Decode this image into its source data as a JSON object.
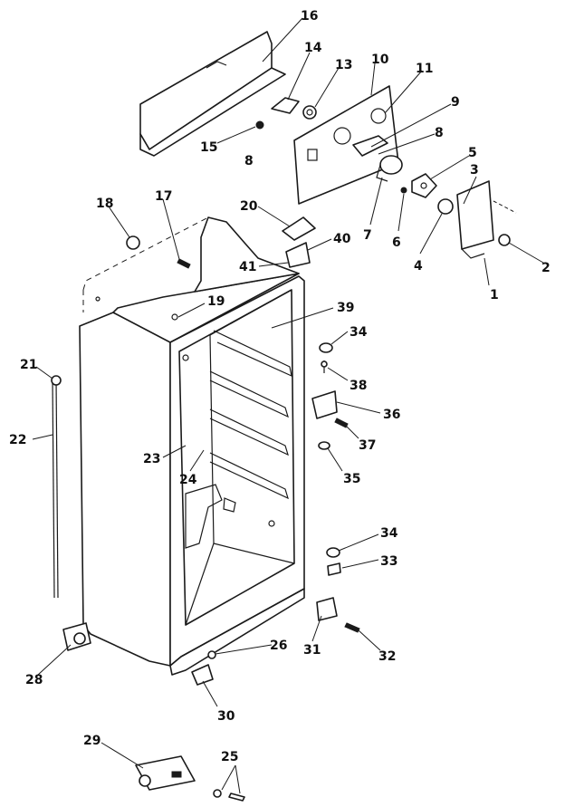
{
  "callouts": [
    {
      "id": "c1",
      "label": "1"
    },
    {
      "id": "c2",
      "label": "2"
    },
    {
      "id": "c3",
      "label": "3"
    },
    {
      "id": "c4",
      "label": "4"
    },
    {
      "id": "c5",
      "label": "5"
    },
    {
      "id": "c6",
      "label": "6"
    },
    {
      "id": "c7",
      "label": "7"
    },
    {
      "id": "c8a",
      "label": "8"
    },
    {
      "id": "c8b",
      "label": "8"
    },
    {
      "id": "c9",
      "label": "9"
    },
    {
      "id": "c10",
      "label": "10"
    },
    {
      "id": "c11",
      "label": "11"
    },
    {
      "id": "c13",
      "label": "13"
    },
    {
      "id": "c14",
      "label": "14"
    },
    {
      "id": "c15",
      "label": "15"
    },
    {
      "id": "c16",
      "label": "16"
    },
    {
      "id": "c17",
      "label": "17"
    },
    {
      "id": "c18",
      "label": "18"
    },
    {
      "id": "c19",
      "label": "19"
    },
    {
      "id": "c20",
      "label": "20"
    },
    {
      "id": "c21",
      "label": "21"
    },
    {
      "id": "c22",
      "label": "22"
    },
    {
      "id": "c23",
      "label": "23"
    },
    {
      "id": "c24",
      "label": "24"
    },
    {
      "id": "c25",
      "label": "25"
    },
    {
      "id": "c26",
      "label": "26"
    },
    {
      "id": "c28",
      "label": "28"
    },
    {
      "id": "c29",
      "label": "29"
    },
    {
      "id": "c30",
      "label": "30"
    },
    {
      "id": "c31",
      "label": "31"
    },
    {
      "id": "c32",
      "label": "32"
    },
    {
      "id": "c33",
      "label": "33"
    },
    {
      "id": "c34a",
      "label": "34"
    },
    {
      "id": "c34b",
      "label": "34"
    },
    {
      "id": "c35",
      "label": "35"
    },
    {
      "id": "c36",
      "label": "36"
    },
    {
      "id": "c37",
      "label": "37"
    },
    {
      "id": "c38",
      "label": "38"
    },
    {
      "id": "c39",
      "label": "39"
    },
    {
      "id": "c40",
      "label": "40"
    },
    {
      "id": "c41",
      "label": "41"
    }
  ]
}
